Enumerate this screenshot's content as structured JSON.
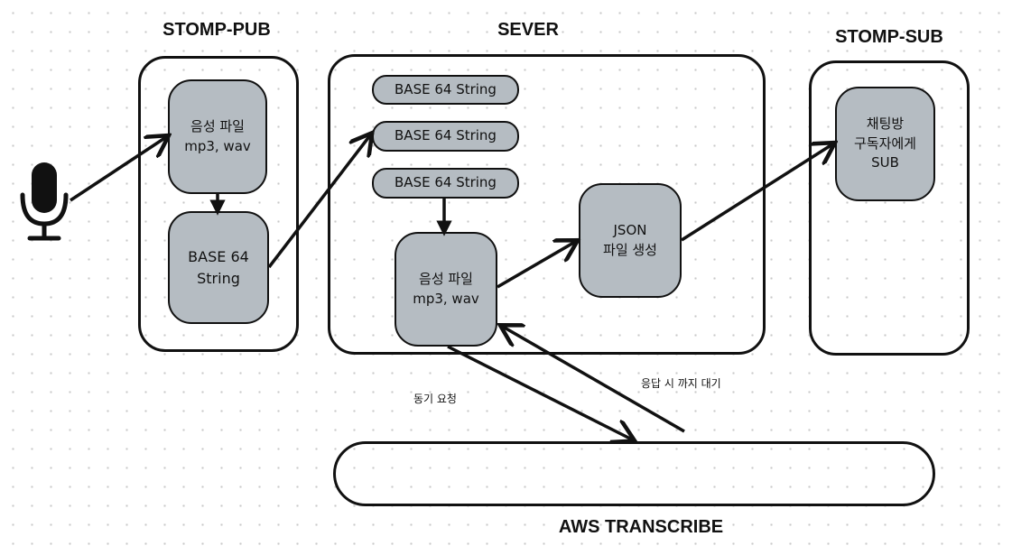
{
  "titles": {
    "pub": "STOMP-PUB",
    "server": "SEVER",
    "sub": "STOMP-SUB",
    "aws": "AWS TRANSCRIBE"
  },
  "pub": {
    "audio_file": "음성 파일\nmp3, wav",
    "base64": "BASE 64\nString"
  },
  "server": {
    "base64_items": [
      "BASE 64 String",
      "BASE 64 String",
      "BASE 64 String"
    ],
    "audio_file": "음성 파일\nmp3, wav",
    "json_file": "JSON\n파일 생성"
  },
  "sub": {
    "subscriber": "채팅방\n구독자에게\nSUB"
  },
  "notes": {
    "sync_request": "동기 요청",
    "wait_response": "응답 시 까지 대기"
  },
  "icons": {
    "microphone": "microphone-icon"
  }
}
